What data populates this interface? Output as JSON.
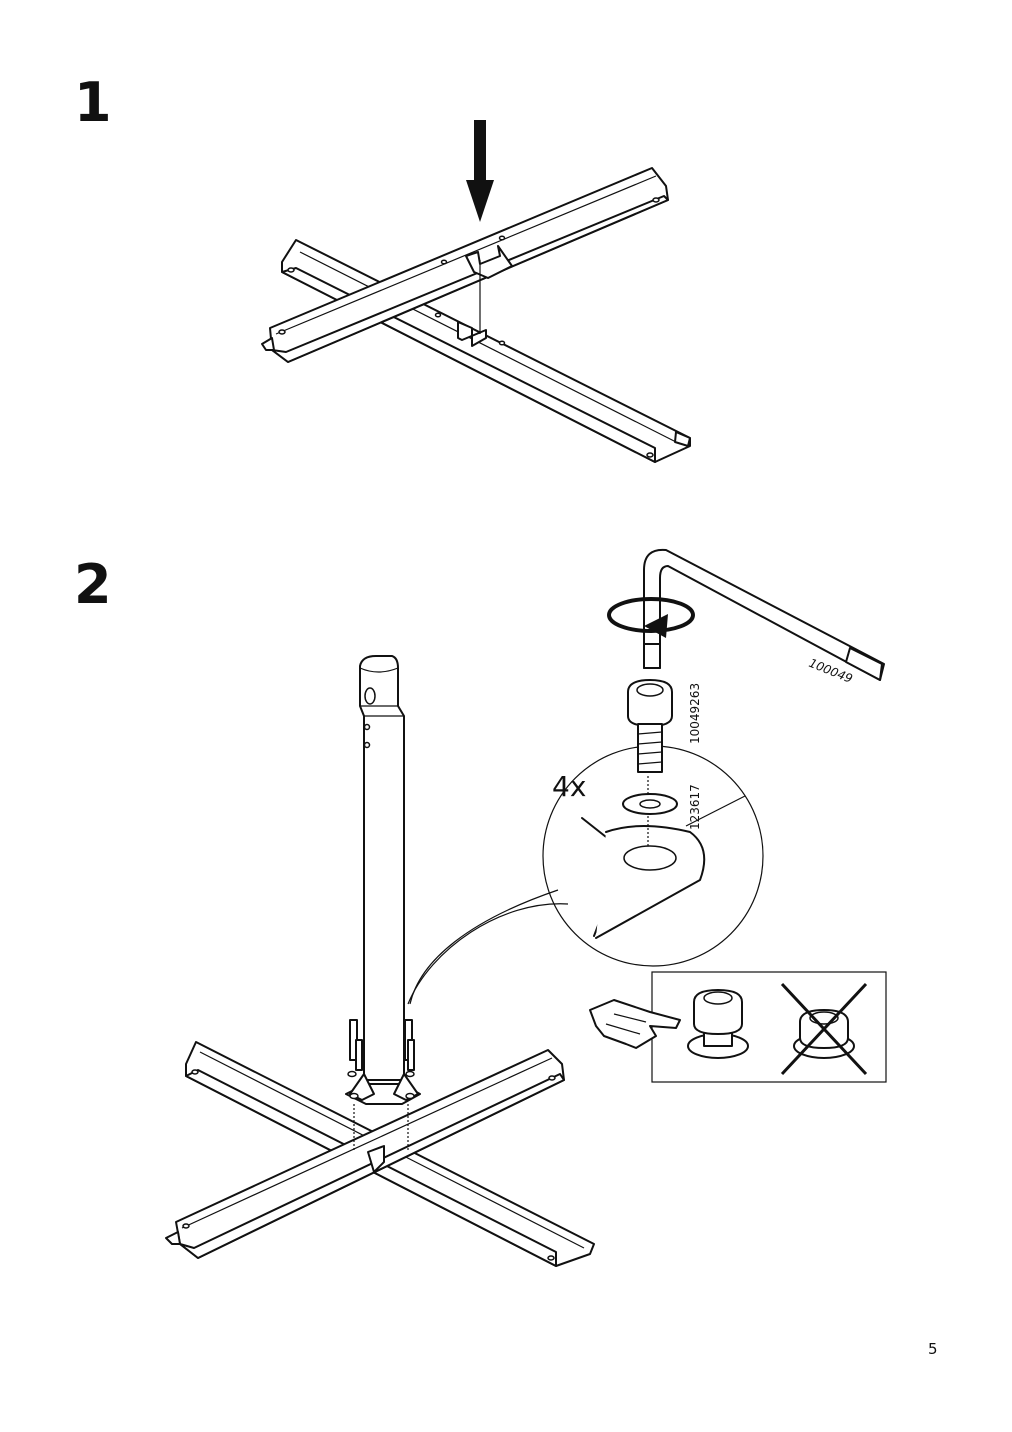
{
  "steps": [
    {
      "number": "1"
    },
    {
      "number": "2"
    }
  ],
  "parts": {
    "hex_key_code": "100049",
    "bolt_code": "10049263",
    "washer_code": "123617",
    "quantity": "4x"
  },
  "page_number": "5"
}
